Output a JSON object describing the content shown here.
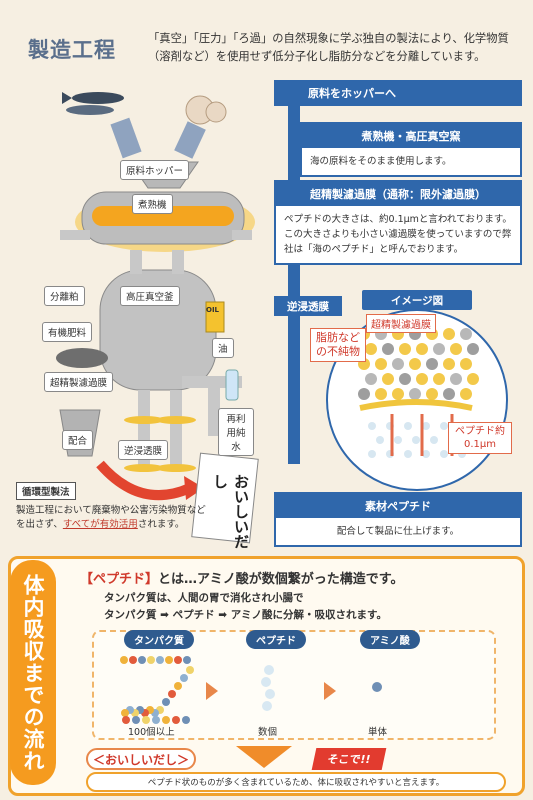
{
  "header": {
    "title": "製造工程",
    "intro": "「真空」「圧力」「ろ過」の自然現象に学ぶ独自の製法により、化学物質（溶剤など）を使用せず低分子化し脂肪分などを分離しています。"
  },
  "illustration": {
    "labels": {
      "hopper": "原料ホッパー",
      "boiler": "煮熟機",
      "vacuum": "高圧真空釜",
      "separated": "分離粕",
      "fertilizer": "有機肥料",
      "ultra": "超精製濾過膜",
      "oil": "油",
      "water": "再利用純水",
      "ro": "逆浸透膜",
      "blend": "配合",
      "product": "おいしいだし"
    },
    "oil_can": "OIL"
  },
  "cycle": {
    "tag": "循環型製法",
    "text": "製造工程において廃棄物や公害汚染物質などを出さず、",
    "highlight": "すべてが有効活用",
    "tail": "されます。"
  },
  "flow": {
    "step1": "原料をホッパーへ",
    "step2_title": "煮熟機・高圧真空窯",
    "step2_body": "海の原料をそのまま使用します。",
    "step3_title": "超精製濾過膜（通称：限外濾過膜）",
    "step3_body": "ペプチドの大きさは、約0.1μmと言われております。この大きさよりも小さい濾過膜を使っていますので弊社は「海のペプチド」と呼んでおります。",
    "step4_title": "逆浸透膜",
    "image_label": "イメージ図",
    "image_membrane": "超精製濾過膜",
    "image_impurity": "脂肪などの不純物",
    "image_peptide": "ペプチド約0.1μm",
    "step5_title": "素材ペプチド",
    "step5_body": "配合して製品に仕上げます。"
  },
  "absorption": {
    "vertical_title": "体内吸収までの流れ",
    "head_red": "【ペプチド】",
    "head_rest": "とは…アミノ酸が数個繋がった構造です。",
    "line1": "タンパク質は、人間の胃で消化され小腸で",
    "line2": "タンパク質 ➡ ペプチド ➡ アミノ酸に分解・吸収されます。",
    "stages": [
      {
        "name": "タンパク質",
        "caption": "100個以上"
      },
      {
        "name": "ペプチド",
        "caption": "数個"
      },
      {
        "name": "アミノ酸",
        "caption": "単体"
      }
    ],
    "dashi": "＜おいしいだし＞",
    "soko": "そこで!!",
    "final": "ペプチド状のものが多く含まれているため、体に吸収されやすいと言えます。"
  },
  "colors": {
    "blue": "#2f67ab",
    "orange": "#f59b1f",
    "red": "#d0392b"
  }
}
